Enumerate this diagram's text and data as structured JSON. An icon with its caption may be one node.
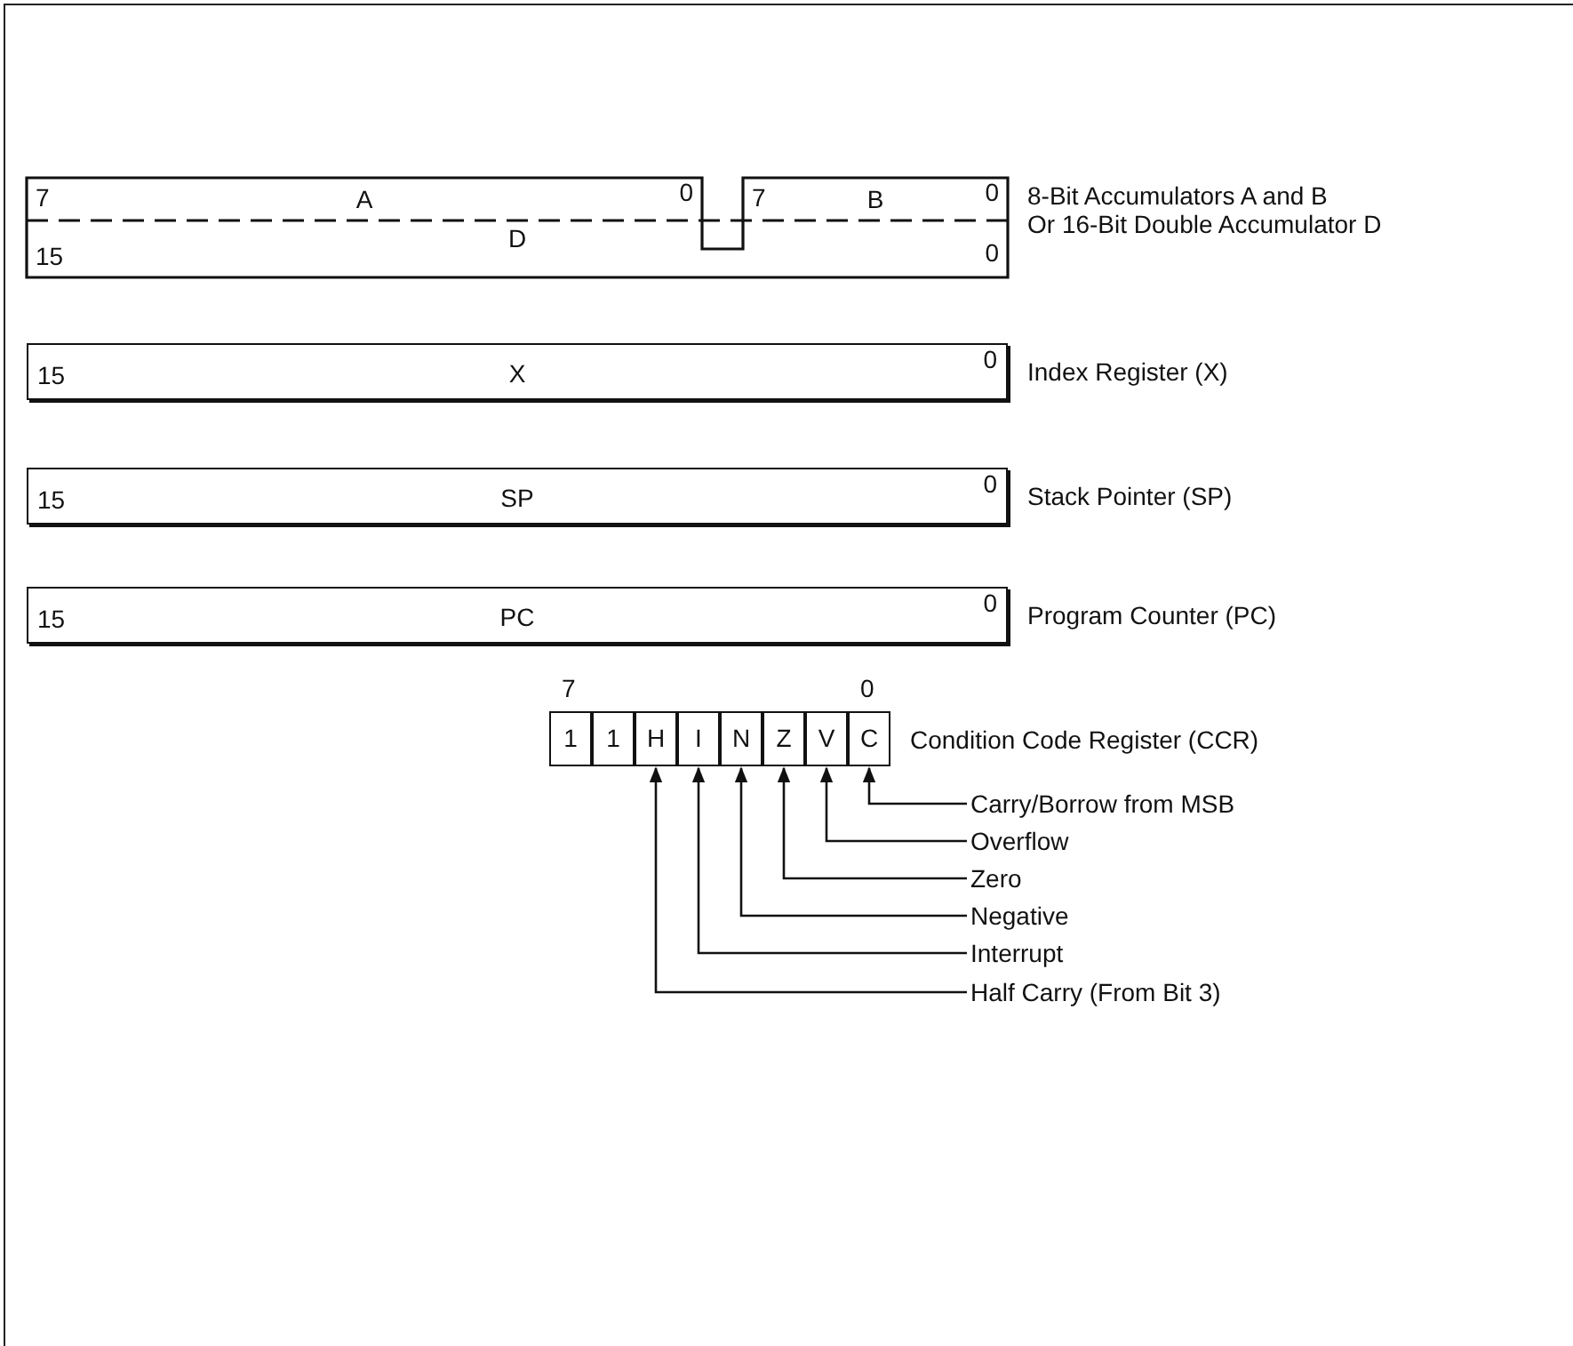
{
  "diagram": {
    "nodes": [
      {
        "text": [
          "7",
          "A",
          "0"
        ]
      },
      {
        "text": [
          "7",
          "B",
          "0"
        ]
      },
      {
        "text": [
          "15",
          "D",
          "0"
        ],
        "beside": [
          "8-Bit Accumulators A and B",
          "Or 16-Bit Double Accumulator D"
        ]
      },
      {
        "text": [
          "15",
          "X",
          "0"
        ],
        "beside": [
          "Index Register (X)"
        ]
      },
      {
        "text": [
          "15",
          "SP",
          "0"
        ],
        "beside": [
          "Stack Pointer (SP)"
        ]
      },
      {
        "text": [
          "15",
          "PC",
          "0"
        ],
        "beside": [
          "Program Counter (PC)"
        ]
      },
      {
        "text": [
          "1"
        ]
      },
      {
        "text": [
          "1"
        ]
      },
      {
        "text": [
          "H"
        ]
      },
      {
        "text": [
          "I"
        ]
      },
      {
        "text": [
          "N"
        ]
      },
      {
        "text": [
          "Z"
        ]
      },
      {
        "text": [
          "V"
        ]
      },
      {
        "text": [
          "C"
        ]
      },
      {
        "text": [
          "Carry/Borrow from MSB"
        ]
      },
      {
        "text": [
          "Overflow"
        ]
      },
      {
        "text": [
          "Zero"
        ]
      },
      {
        "text": [
          "Negative"
        ]
      },
      {
        "text": [
          "Interrupt"
        ]
      },
      {
        "text": [
          "Half Carry (From Bit 3)"
        ]
      }
    ],
    "edges": [
      {
        "from": 14,
        "to": 13,
        "arrow": "to"
      },
      {
        "from": 15,
        "to": 12,
        "arrow": "to"
      },
      {
        "from": 16,
        "to": 11,
        "arrow": "to"
      },
      {
        "from": 17,
        "to": 10,
        "arrow": "to"
      },
      {
        "from": 18,
        "to": 9,
        "arrow": "to"
      },
      {
        "from": 19,
        "to": 8,
        "arrow": "to"
      }
    ],
    "labels": [
      "7",
      "0",
      "Condition Code Register (CCR)"
    ]
  }
}
